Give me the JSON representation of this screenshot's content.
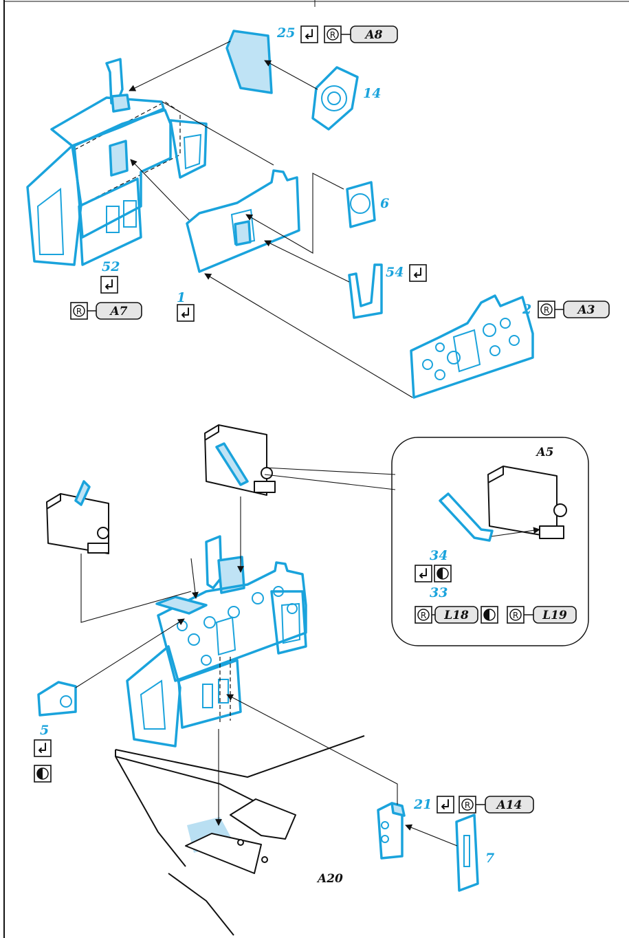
{
  "labels": {
    "p25": "25",
    "p14": "14",
    "p6": "6",
    "p54": "54",
    "p52": "52",
    "p1": "1",
    "p2": "2",
    "p34": "34",
    "p33": "33",
    "p5": "5",
    "p21": "21",
    "p7": "7"
  },
  "refs": {
    "a8": "A8",
    "a7": "A7",
    "a3": "A3",
    "a5": "A5",
    "l18": "L18",
    "l19": "L19",
    "a14": "A14",
    "a20": "A20"
  },
  "symbols": {
    "bend": "bend-arrow-icon",
    "reverse": "reverse-circle-icon",
    "glue": "half-circle-icon"
  },
  "colors": {
    "part": "#1aa3dc",
    "highlight": "#bfe3f5",
    "ink": "#111111"
  }
}
